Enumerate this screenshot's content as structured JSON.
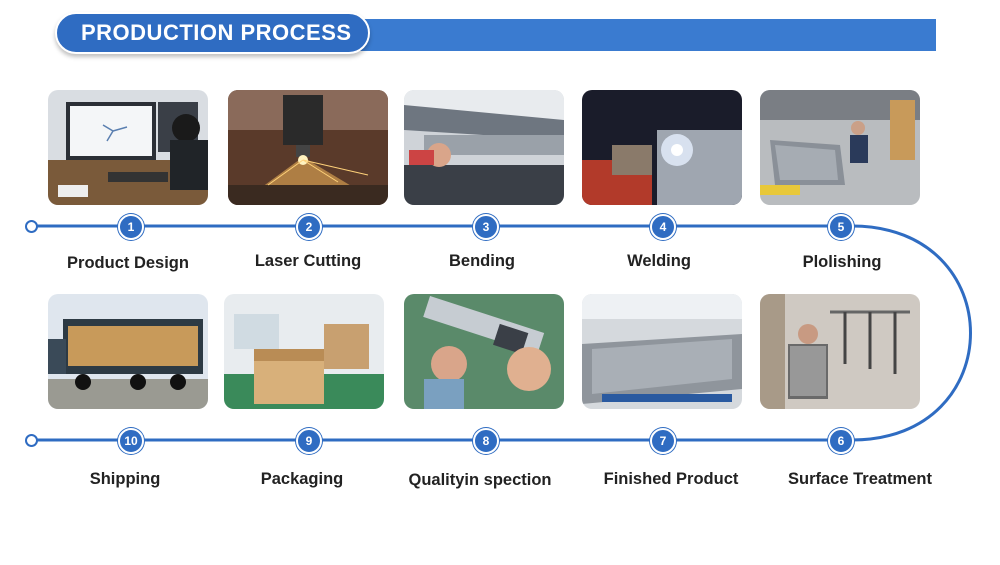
{
  "header": {
    "title": "PRODUCTION PROCESS"
  },
  "colors": {
    "accent": "#2f6cc2",
    "bar": "#3a7bd0",
    "text": "#222222"
  },
  "steps": [
    {
      "num": "1",
      "label": "Product Design"
    },
    {
      "num": "2",
      "label": "Laser Cutting"
    },
    {
      "num": "3",
      "label": "Bending"
    },
    {
      "num": "4",
      "label": "Welding"
    },
    {
      "num": "5",
      "label": "Plolishing"
    },
    {
      "num": "6",
      "label": "Surface Treatment"
    },
    {
      "num": "7",
      "label": "Finished Product"
    },
    {
      "num": "8",
      "label": "Qualityin spection"
    },
    {
      "num": "9",
      "label": "Packaging"
    },
    {
      "num": "10",
      "label": "Shipping"
    }
  ]
}
